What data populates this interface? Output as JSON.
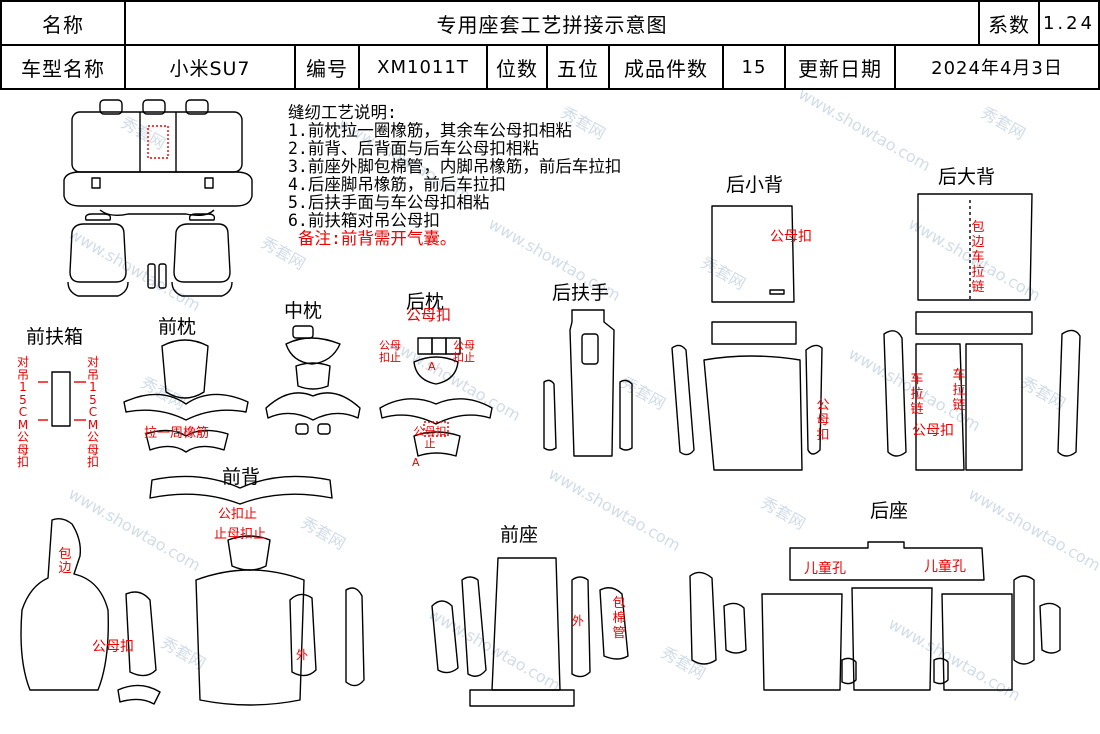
{
  "header": {
    "name_label": "名称",
    "title": "专用座套工艺拼接示意图",
    "coef_label": "系数",
    "coef_value": "1.24",
    "model_label": "车型名称",
    "model_value": "小米SU7",
    "code_label": "编号",
    "code_value": "XM1011T",
    "seat_label": "位数",
    "seat_value": "五位",
    "pieces_label": "成品件数",
    "pieces_value": "15",
    "date_label": "更新日期",
    "date_value": "2024年4月3日"
  },
  "notes": {
    "heading": "缝纫工艺说明:",
    "items": [
      "1.前枕拉一圈橡筋，其余车公母扣相粘",
      "2.前背、后背面与后车公母扣相粘",
      "3.前座外脚包棉管，内脚吊橡筋，前后车拉扣",
      "4.后座脚吊橡筋，前后车拉扣",
      "5.后扶手面与车公母扣相粘",
      "6.前扶箱对吊公母扣"
    ],
    "remark": "备注:前背需开气囊。"
  },
  "sections": {
    "front_box": "前扶箱",
    "front_pillow": "前枕",
    "mid_pillow": "中枕",
    "rear_pillow": "后枕",
    "rear_armrest": "后扶手",
    "rear_small_back": "后小背",
    "rear_big_back": "后大背",
    "front_back": "前背",
    "front_seat": "前座",
    "rear_seat": "后座"
  },
  "annotations": {
    "box_left": "对吊15CM公母扣",
    "box_right": "对吊15CM公母扣",
    "front_pillow_band": "拉一周橡筋",
    "rear_pillow_top": "公母扣",
    "rear_pillow_left": "公母扣止",
    "rear_pillow_right": "公母扣止",
    "rear_pillow_lower": "公母扣止",
    "rear_pillow_a1": "A",
    "rear_pillow_a2": "A",
    "small_back_top": "公母扣",
    "small_back_right": "公母扣",
    "big_back_top": "包边车拉链",
    "big_back_left": "车拉链",
    "big_back_right": "车拉链",
    "big_back_bottom": "公母扣",
    "front_back_binding": "包边",
    "front_back_snap_left": "公母扣",
    "front_back_snap_top": "公扣止",
    "front_back_snap_mid": "止母扣止",
    "front_back_outer": "外",
    "front_seat_outer": "外",
    "front_seat_pipe": "包棉管",
    "rear_seat_child1": "儿童孔",
    "rear_seat_child2": "儿童孔"
  },
  "watermark": {
    "cn": "秀套网",
    "en": "www.showtao.com"
  }
}
